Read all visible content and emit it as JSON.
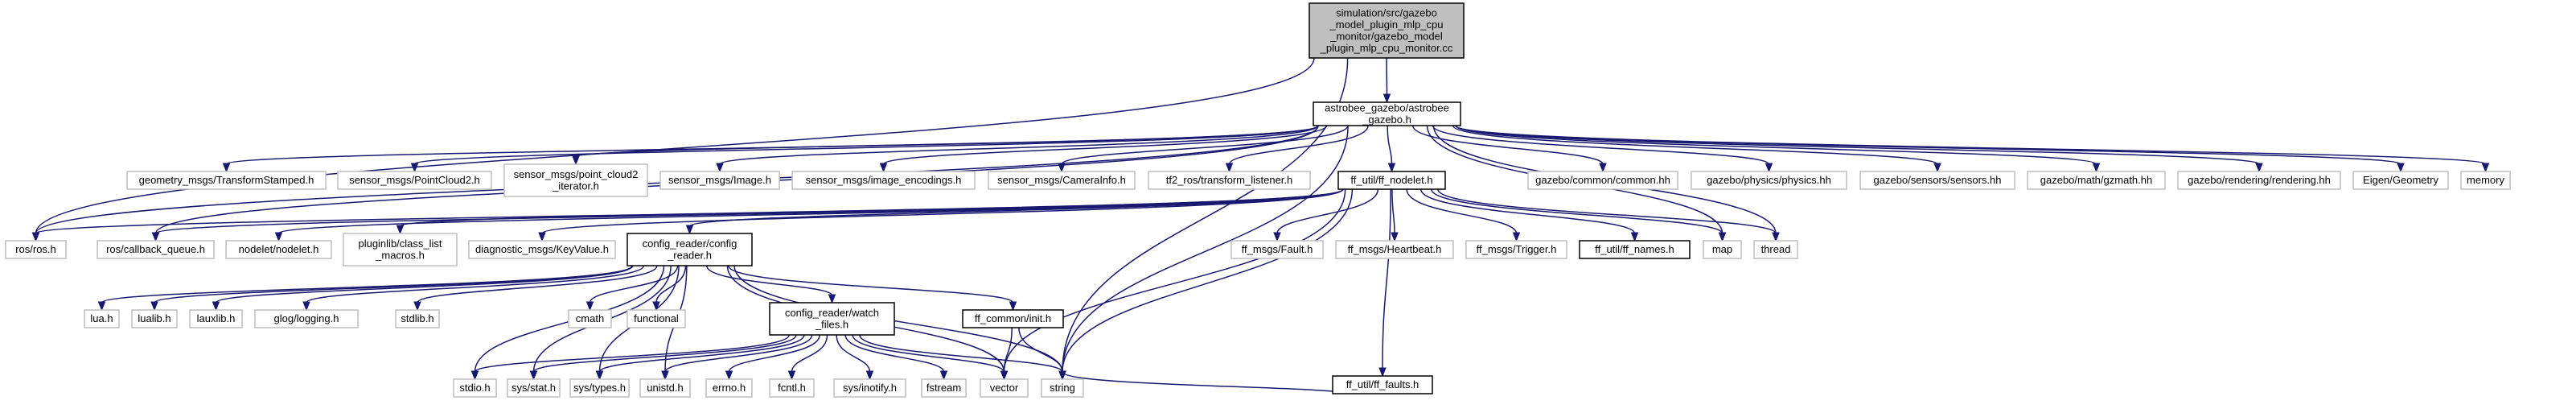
{
  "graph": {
    "nodes": [
      {
        "id": "root",
        "style": "root",
        "lines": [
          "simulation/src/gazebo",
          "_model_plugin_mlp_cpu",
          "_monitor/gazebo_model",
          "_plugin_mlp_cpu_monitor.cc"
        ]
      },
      {
        "id": "astrobee_gazebo",
        "style": "black",
        "lines": [
          "astrobee_gazebo/astrobee",
          "_gazebo.h"
        ]
      },
      {
        "id": "ros_ros",
        "style": "gray",
        "lines": [
          "ros/ros.h"
        ]
      },
      {
        "id": "geometry_msgs",
        "style": "gray",
        "lines": [
          "geometry_msgs/TransformStamped.h"
        ]
      },
      {
        "id": "pointcloud2",
        "style": "gray",
        "lines": [
          "sensor_msgs/PointCloud2.h"
        ]
      },
      {
        "id": "pc2_iterator",
        "style": "gray",
        "lines": [
          "sensor_msgs/point_cloud2",
          "_iterator.h"
        ]
      },
      {
        "id": "image",
        "style": "gray",
        "lines": [
          "sensor_msgs/Image.h"
        ]
      },
      {
        "id": "image_encodings",
        "style": "gray",
        "lines": [
          "sensor_msgs/image_encodings.h"
        ]
      },
      {
        "id": "camerainfo",
        "style": "gray",
        "lines": [
          "sensor_msgs/CameraInfo.h"
        ]
      },
      {
        "id": "tf2_ros",
        "style": "gray",
        "lines": [
          "tf2_ros/transform_listener.h"
        ]
      },
      {
        "id": "ff_nodelet",
        "style": "black",
        "lines": [
          "ff_util/ff_nodelet.h"
        ]
      },
      {
        "id": "gz_common",
        "style": "gray",
        "lines": [
          "gazebo/common/common.hh"
        ]
      },
      {
        "id": "gz_physics",
        "style": "gray",
        "lines": [
          "gazebo/physics/physics.hh"
        ]
      },
      {
        "id": "gz_sensors",
        "style": "gray",
        "lines": [
          "gazebo/sensors/sensors.hh"
        ]
      },
      {
        "id": "gz_math",
        "style": "gray",
        "lines": [
          "gazebo/math/gzmath.hh"
        ]
      },
      {
        "id": "gz_rendering",
        "style": "gray",
        "lines": [
          "gazebo/rendering/rendering.hh"
        ]
      },
      {
        "id": "eigen",
        "style": "gray",
        "lines": [
          "Eigen/Geometry"
        ]
      },
      {
        "id": "memory",
        "style": "gray",
        "lines": [
          "memory"
        ]
      },
      {
        "id": "callback_queue",
        "style": "gray",
        "lines": [
          "ros/callback_queue.h"
        ]
      },
      {
        "id": "nodelet",
        "style": "gray",
        "lines": [
          "nodelet/nodelet.h"
        ]
      },
      {
        "id": "pluginlib",
        "style": "gray",
        "lines": [
          "pluginlib/class_list",
          "_macros.h"
        ]
      },
      {
        "id": "keyvalue",
        "style": "gray",
        "lines": [
          "diagnostic_msgs/KeyValue.h"
        ]
      },
      {
        "id": "config_reader",
        "style": "black",
        "lines": [
          "config_reader/config",
          "_reader.h"
        ]
      },
      {
        "id": "fault",
        "style": "gray",
        "lines": [
          "ff_msgs/Fault.h"
        ]
      },
      {
        "id": "heartbeat",
        "style": "gray",
        "lines": [
          "ff_msgs/Heartbeat.h"
        ]
      },
      {
        "id": "trigger",
        "style": "gray",
        "lines": [
          "ff_msgs/Trigger.h"
        ]
      },
      {
        "id": "ff_names",
        "style": "black",
        "lines": [
          "ff_util/ff_names.h"
        ]
      },
      {
        "id": "map",
        "style": "gray",
        "lines": [
          "map"
        ]
      },
      {
        "id": "thread",
        "style": "gray",
        "lines": [
          "thread"
        ]
      },
      {
        "id": "lua",
        "style": "gray",
        "lines": [
          "lua.h"
        ]
      },
      {
        "id": "lualib",
        "style": "gray",
        "lines": [
          "lualib.h"
        ]
      },
      {
        "id": "lauxlib",
        "style": "gray",
        "lines": [
          "lauxlib.h"
        ]
      },
      {
        "id": "glog",
        "style": "gray",
        "lines": [
          "glog/logging.h"
        ]
      },
      {
        "id": "stdlib",
        "style": "gray",
        "lines": [
          "stdlib.h"
        ]
      },
      {
        "id": "cmath",
        "style": "gray",
        "lines": [
          "cmath"
        ]
      },
      {
        "id": "functional",
        "style": "gray",
        "lines": [
          "functional"
        ]
      },
      {
        "id": "watch_files",
        "style": "black",
        "lines": [
          "config_reader/watch",
          "_files.h"
        ]
      },
      {
        "id": "ff_common_init",
        "style": "black",
        "lines": [
          "ff_common/init.h"
        ]
      },
      {
        "id": "ff_faults",
        "style": "black",
        "lines": [
          "ff_util/ff_faults.h"
        ]
      },
      {
        "id": "stdio",
        "style": "gray",
        "lines": [
          "stdio.h"
        ]
      },
      {
        "id": "sys_stat",
        "style": "gray",
        "lines": [
          "sys/stat.h"
        ]
      },
      {
        "id": "sys_types",
        "style": "gray",
        "lines": [
          "sys/types.h"
        ]
      },
      {
        "id": "unistd",
        "style": "gray",
        "lines": [
          "unistd.h"
        ]
      },
      {
        "id": "errno",
        "style": "gray",
        "lines": [
          "errno.h"
        ]
      },
      {
        "id": "fcntl",
        "style": "gray",
        "lines": [
          "fcntl.h"
        ]
      },
      {
        "id": "inotify",
        "style": "gray",
        "lines": [
          "sys/inotify.h"
        ]
      },
      {
        "id": "fstream",
        "style": "gray",
        "lines": [
          "fstream"
        ]
      },
      {
        "id": "vector",
        "style": "gray",
        "lines": [
          "vector"
        ]
      },
      {
        "id": "string",
        "style": "gray",
        "lines": [
          "string"
        ]
      }
    ],
    "edges": [
      [
        "root",
        "astrobee_gazebo"
      ],
      [
        "root",
        "ros_ros"
      ],
      [
        "root",
        "string"
      ],
      [
        "astrobee_gazebo",
        "ros_ros"
      ],
      [
        "astrobee_gazebo",
        "geometry_msgs"
      ],
      [
        "astrobee_gazebo",
        "pointcloud2"
      ],
      [
        "astrobee_gazebo",
        "pc2_iterator"
      ],
      [
        "astrobee_gazebo",
        "image"
      ],
      [
        "astrobee_gazebo",
        "image_encodings"
      ],
      [
        "astrobee_gazebo",
        "camerainfo"
      ],
      [
        "astrobee_gazebo",
        "tf2_ros"
      ],
      [
        "astrobee_gazebo",
        "ff_nodelet"
      ],
      [
        "astrobee_gazebo",
        "gz_common"
      ],
      [
        "astrobee_gazebo",
        "gz_physics"
      ],
      [
        "astrobee_gazebo",
        "gz_sensors"
      ],
      [
        "astrobee_gazebo",
        "gz_math"
      ],
      [
        "astrobee_gazebo",
        "gz_rendering"
      ],
      [
        "astrobee_gazebo",
        "eigen"
      ],
      [
        "astrobee_gazebo",
        "memory"
      ],
      [
        "astrobee_gazebo",
        "callback_queue"
      ],
      [
        "astrobee_gazebo",
        "map"
      ],
      [
        "astrobee_gazebo",
        "thread"
      ],
      [
        "astrobee_gazebo",
        "string"
      ],
      [
        "ff_nodelet",
        "ros_ros"
      ],
      [
        "ff_nodelet",
        "callback_queue"
      ],
      [
        "ff_nodelet",
        "nodelet"
      ],
      [
        "ff_nodelet",
        "pluginlib"
      ],
      [
        "ff_nodelet",
        "keyvalue"
      ],
      [
        "ff_nodelet",
        "config_reader"
      ],
      [
        "ff_nodelet",
        "fault"
      ],
      [
        "ff_nodelet",
        "heartbeat"
      ],
      [
        "ff_nodelet",
        "trigger"
      ],
      [
        "ff_nodelet",
        "ff_names"
      ],
      [
        "ff_nodelet",
        "map"
      ],
      [
        "ff_nodelet",
        "thread"
      ],
      [
        "ff_nodelet",
        "ff_faults"
      ],
      [
        "ff_nodelet",
        "vector"
      ],
      [
        "ff_nodelet",
        "string"
      ],
      [
        "config_reader",
        "lua"
      ],
      [
        "config_reader",
        "lualib"
      ],
      [
        "config_reader",
        "lauxlib"
      ],
      [
        "config_reader",
        "glog"
      ],
      [
        "config_reader",
        "stdlib"
      ],
      [
        "config_reader",
        "cmath"
      ],
      [
        "config_reader",
        "functional"
      ],
      [
        "config_reader",
        "watch_files"
      ],
      [
        "config_reader",
        "ff_common_init"
      ],
      [
        "config_reader",
        "stdio"
      ],
      [
        "config_reader",
        "sys_stat"
      ],
      [
        "config_reader",
        "sys_types"
      ],
      [
        "config_reader",
        "unistd"
      ],
      [
        "config_reader",
        "vector"
      ],
      [
        "config_reader",
        "string"
      ],
      [
        "watch_files",
        "stdio"
      ],
      [
        "watch_files",
        "sys_stat"
      ],
      [
        "watch_files",
        "sys_types"
      ],
      [
        "watch_files",
        "unistd"
      ],
      [
        "watch_files",
        "errno"
      ],
      [
        "watch_files",
        "fcntl"
      ],
      [
        "watch_files",
        "inotify"
      ],
      [
        "watch_files",
        "fstream"
      ],
      [
        "watch_files",
        "vector"
      ],
      [
        "watch_files",
        "string"
      ],
      [
        "ff_common_init",
        "vector"
      ],
      [
        "ff_common_init",
        "string"
      ],
      [
        "ff_faults",
        "string"
      ]
    ]
  }
}
